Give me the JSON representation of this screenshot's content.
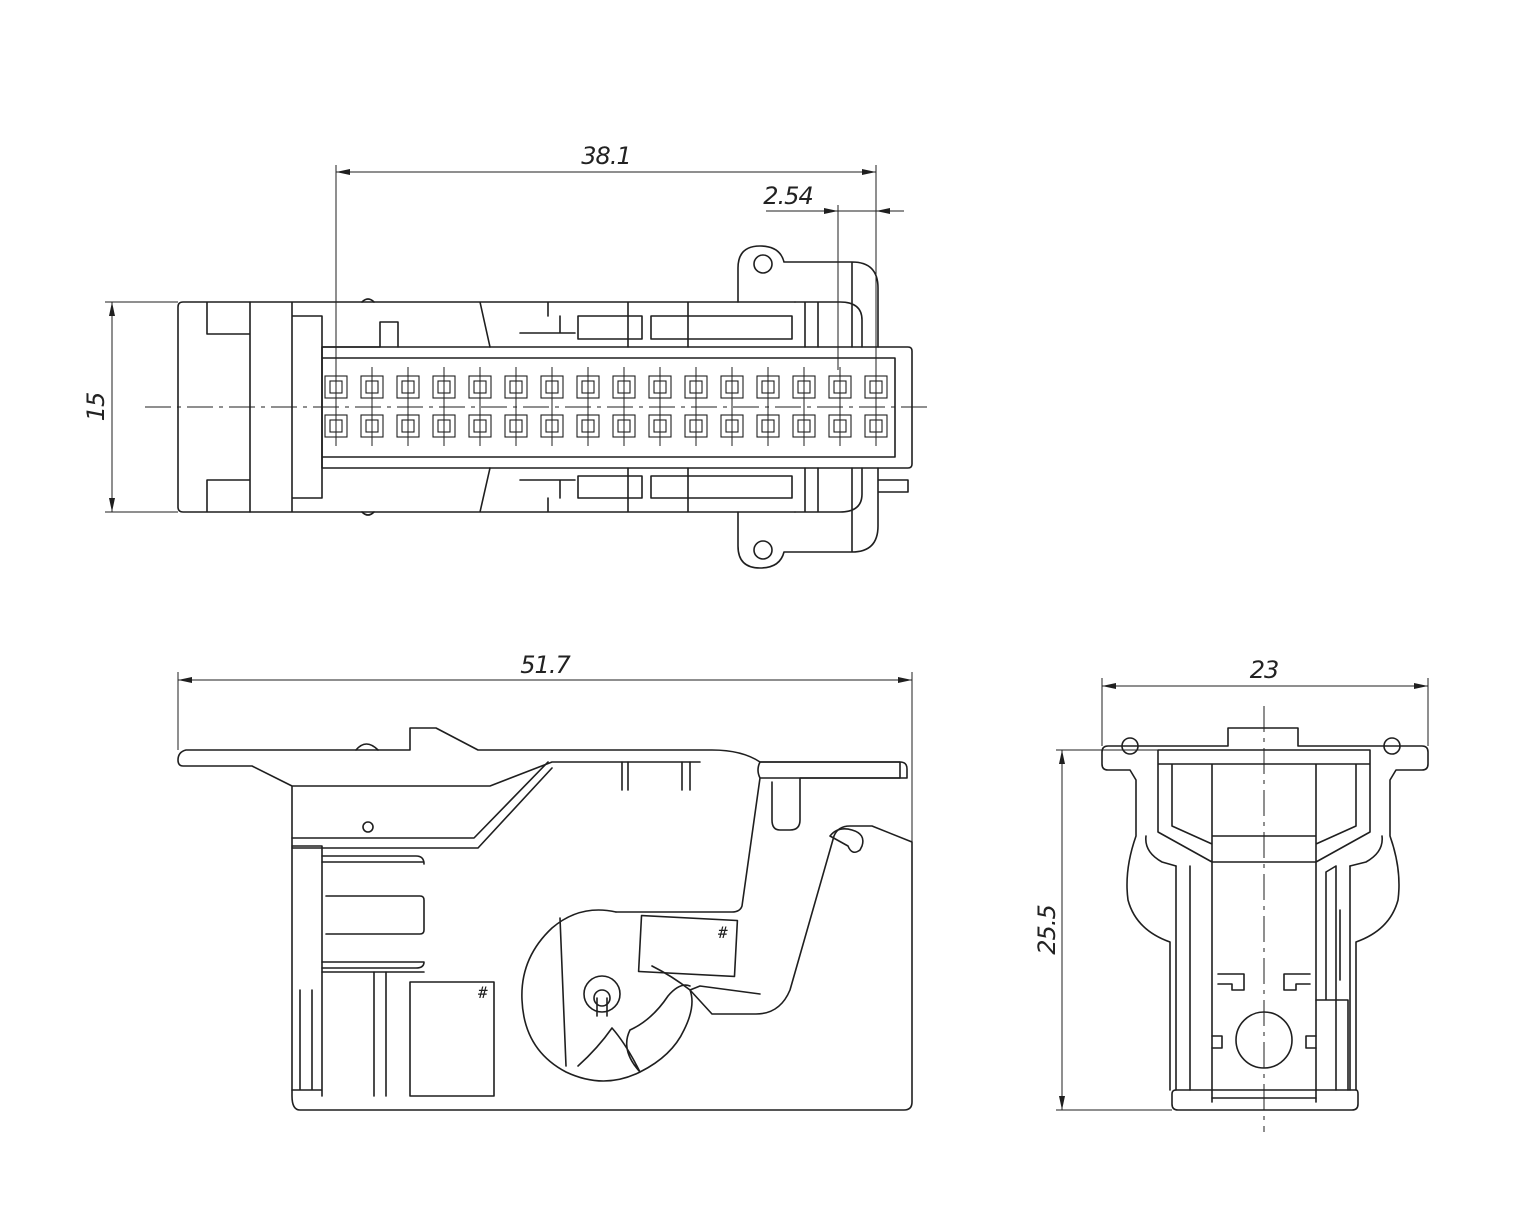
{
  "drawing": {
    "dimensions": {
      "pin_span": "38.1",
      "pitch": "2.54",
      "top_height": "15",
      "side_length": "51.7",
      "end_width": "23",
      "end_height": "25.5"
    },
    "marks": {
      "hash_mark": "#"
    },
    "top_view": {
      "pin_rows": 2,
      "pins_per_row": 16
    },
    "colors": {
      "line": "#1f1f1f",
      "background": "#ffffff"
    }
  }
}
